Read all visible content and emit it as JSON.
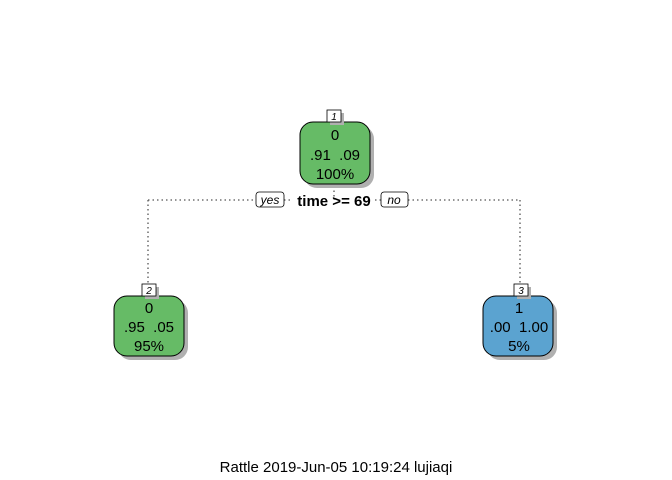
{
  "colors": {
    "green": "#66bb66",
    "blue": "#5ba3d0",
    "shadow": "#b0b0b0",
    "edge": "#555555"
  },
  "tree": {
    "root": {
      "id": "1",
      "cls": "0",
      "probs": ".91  .09",
      "pct": "100%"
    },
    "split": {
      "label": "time >= 69",
      "yes": "yes",
      "no": "no"
    },
    "left": {
      "id": "2",
      "cls": "0",
      "probs": ".95  .05",
      "pct": "95%"
    },
    "right": {
      "id": "3",
      "cls": "1",
      "probs": ".00  1.00",
      "pct": "5%"
    }
  },
  "footer": "Rattle 2019-Jun-05 10:19:24 lujiaqi"
}
